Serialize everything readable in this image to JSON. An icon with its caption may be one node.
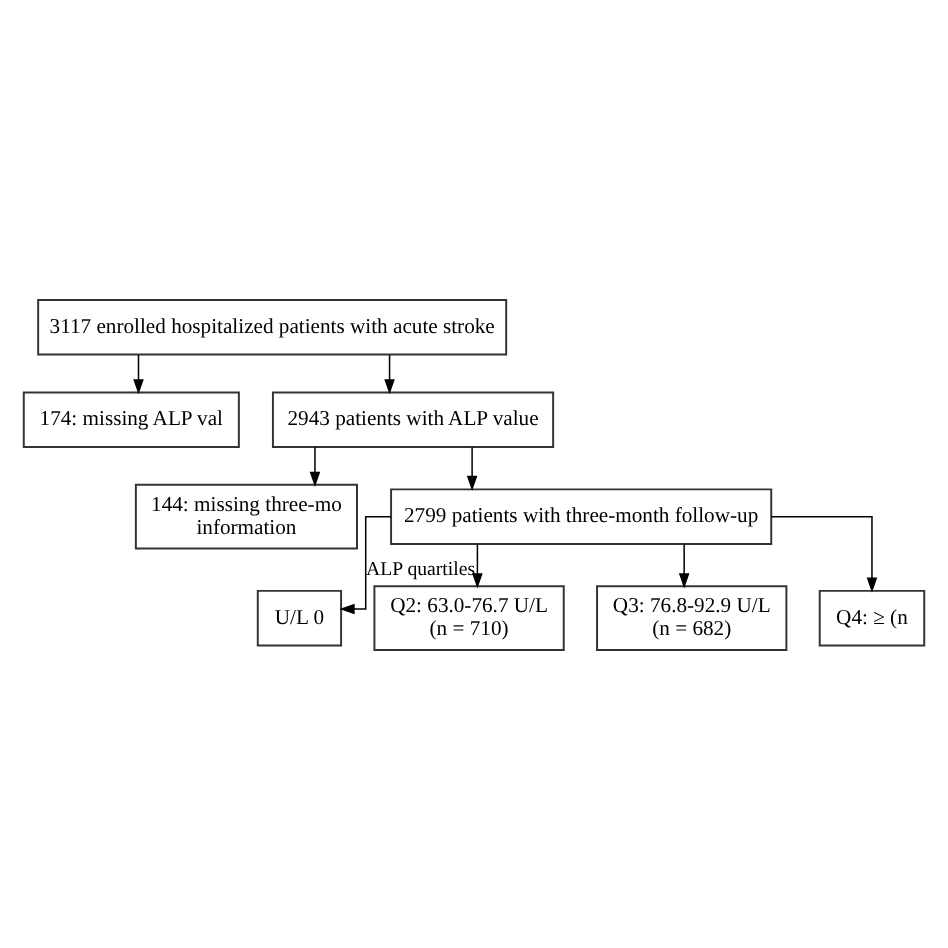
{
  "diagram": {
    "nodes": [
      {
        "text": [
          "3117 enrolled hospitalized patients with acute stroke"
        ]
      },
      {
        "text": [
          "174: missing ALP val"
        ]
      },
      {
        "text": [
          "2943 patients with ALP value"
        ]
      },
      {
        "text": [
          "144: missing three-mo information"
        ]
      },
      {
        "text": [
          "2799 patients with three-month follow-up"
        ]
      },
      {
        "text": [
          "U/L 0"
        ]
      },
      {
        "text": [
          "Q2: 63.0-76.7 U/L (n = 710)"
        ]
      },
      {
        "text": [
          "Q3: 76.8-92.9 U/L (n = 682)"
        ]
      },
      {
        "text": [
          "Q4: ≥ (n"
        ]
      }
    ],
    "edges": [
      {
        "from": 0,
        "to": 2,
        "arrow": "to"
      },
      {
        "from": 0,
        "to": 1,
        "arrow": "to"
      },
      {
        "from": 2,
        "to": 4,
        "arrow": "to"
      },
      {
        "from": 2,
        "to": 3,
        "arrow": "to"
      },
      {
        "from": 4,
        "to": 5,
        "arrow": "to"
      },
      {
        "from": 4,
        "to": 6,
        "arrow": "to",
        "label": "ALP quartiles"
      },
      {
        "from": 4,
        "to": 7,
        "arrow": "to"
      },
      {
        "from": 4,
        "to": 8,
        "arrow": "to"
      }
    ]
  }
}
